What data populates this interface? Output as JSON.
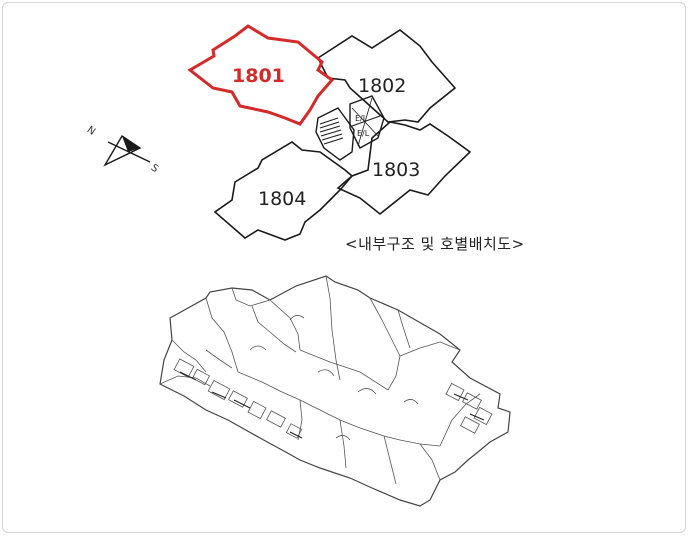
{
  "units": [
    {
      "id": "1801",
      "label": "1801",
      "selected": true
    },
    {
      "id": "1802",
      "label": "1802",
      "selected": false
    },
    {
      "id": "1803",
      "label": "1803",
      "selected": false
    },
    {
      "id": "1804",
      "label": "1804",
      "selected": false
    }
  ],
  "elevator_labels": [
    "E/L",
    "E/L"
  ],
  "compass": {
    "north": "N",
    "south": "S"
  },
  "caption": "<내부구조 및 호별배치도>",
  "colors": {
    "selected": "#d42a2a",
    "outline": "#1a1a1a",
    "floorplan": "#555555"
  }
}
